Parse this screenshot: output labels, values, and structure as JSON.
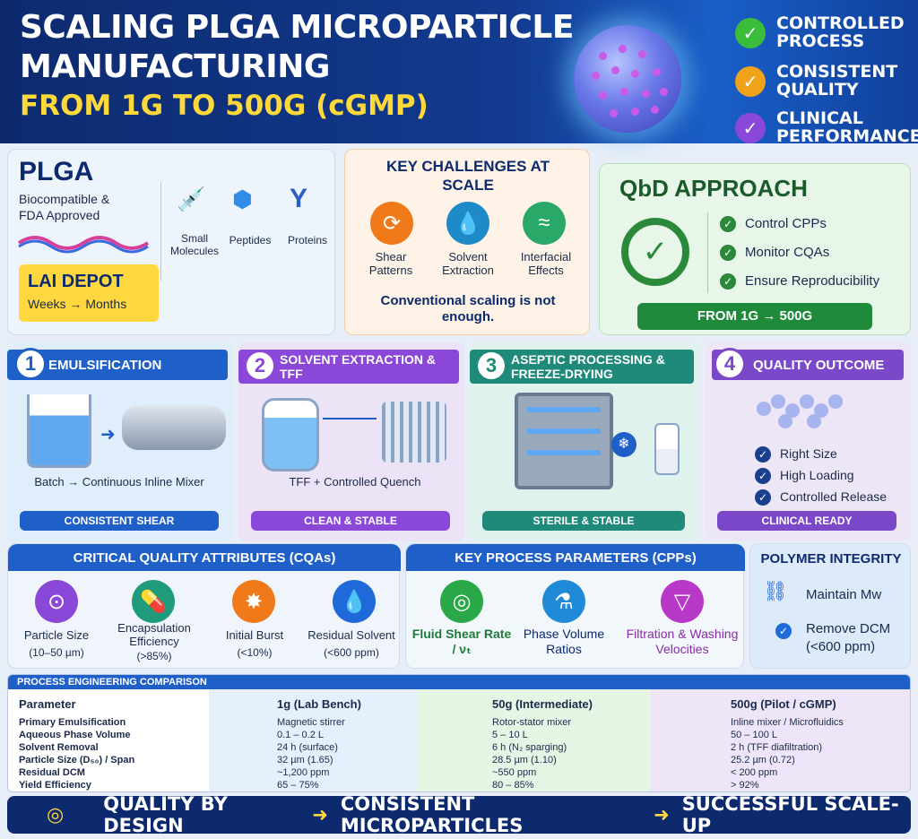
{
  "header": {
    "title_line1": "SCALING PLGA MICROPARTICLE",
    "title_line2": "MANUFACTURING",
    "title_line3": "FROM 1G TO 500G (cGMP)",
    "benefits": [
      {
        "label": "CONTROLLED PROCESS",
        "color": "#3bbd3b"
      },
      {
        "label": "CONSISTENT QUALITY",
        "color": "#f0a21a"
      },
      {
        "label": "CLINICAL PERFORMANCE",
        "color": "#8b48d8"
      }
    ]
  },
  "plga": {
    "title": "PLGA",
    "subtitle": "Biocompatible & FDA Approved",
    "molecules": [
      "Small Molecules",
      "Peptides",
      "Proteins"
    ],
    "lai_title": "LAI DEPOT",
    "lai_sub": "Weeks → Months"
  },
  "challenges": {
    "title": "KEY CHALLENGES AT SCALE",
    "items": [
      "Shear Patterns",
      "Solvent Extraction",
      "Interfacial Effects"
    ],
    "note": "Conventional scaling is not enough."
  },
  "qbd": {
    "title": "QbD APPROACH",
    "items": [
      "Control CPPs",
      "Monitor CQAs",
      "Ensure Reproducibility"
    ],
    "pill": "FROM 1G → 500G"
  },
  "steps": [
    {
      "num": "1",
      "title": "EMULSIFICATION",
      "caption": "Batch → Continuous Inline Mixer",
      "footer": "CONSISTENT SHEAR"
    },
    {
      "num": "2",
      "title": "SOLVENT EXTRACTION & TFF",
      "caption": "TFF + Controlled Quench",
      "footer": "CLEAN & STABLE"
    },
    {
      "num": "3",
      "title": "ASEPTIC PROCESSING & FREEZE-DRYING",
      "caption": "",
      "footer": "STERILE & STABLE"
    },
    {
      "num": "4",
      "title": "QUALITY OUTCOME",
      "items": [
        "Right Size",
        "High Loading",
        "Controlled Release"
      ],
      "footer": "CLINICAL READY"
    }
  ],
  "cqas": {
    "title": "CRITICAL QUALITY ATTRIBUTES (CQAs)",
    "items": [
      {
        "label": "Particle Size",
        "value": "(10–50 µm)"
      },
      {
        "label": "Encapsulation Efficiency",
        "value": "(>85%)"
      },
      {
        "label": "Initial Burst",
        "value": "(<10%)"
      },
      {
        "label": "Residual Solvent",
        "value": "(<600 ppm)"
      }
    ]
  },
  "cpps": {
    "title": "KEY PROCESS PARAMETERS (CPPs)",
    "items": [
      "Fluid Shear Rate / νₜ",
      "Phase Volume Ratios",
      "Filtration & Washing Velocities"
    ]
  },
  "polymer": {
    "title": "POLYMER INTEGRITY",
    "item1": "Maintain Mw",
    "item2": "Remove DCM",
    "item2b": "(<600 ppm)"
  },
  "comparison": {
    "title": "PROCESS ENGINEERING COMPARISON",
    "headers": [
      "Parameter",
      "1g (Lab Bench)",
      "50g (Intermediate)",
      "500g (Pilot / cGMP)"
    ],
    "rows": [
      [
        "Primary Emulsification",
        "Magnetic stirrer",
        "Rotor-stator mixer",
        "Inline mixer / Microfluidics"
      ],
      [
        "Aqueous Phase Volume",
        "0.1 – 0.2 L",
        "5 – 10 L",
        "50 – 100 L"
      ],
      [
        "Solvent Removal",
        "24 h (surface)",
        "6 h (N₂ sparging)",
        "2 h (TFF diafiltration)"
      ],
      [
        "Particle Size (D₅₀) / Span",
        "32 µm (1.65)",
        "28.5 µm (1.10)",
        "25.2 µm (0.72)"
      ],
      [
        "Residual DCM",
        "~1,200 ppm",
        "~550 ppm",
        "< 200 ppm"
      ],
      [
        "Yield Efficiency",
        "65 – 75%",
        "80 – 85%",
        "> 92%"
      ]
    ]
  },
  "footer": {
    "items": [
      "QUALITY BY DESIGN",
      "CONSISTENT MICROPARTICLES",
      "SUCCESSFUL SCALE-UP"
    ],
    "arrow": "➜"
  }
}
